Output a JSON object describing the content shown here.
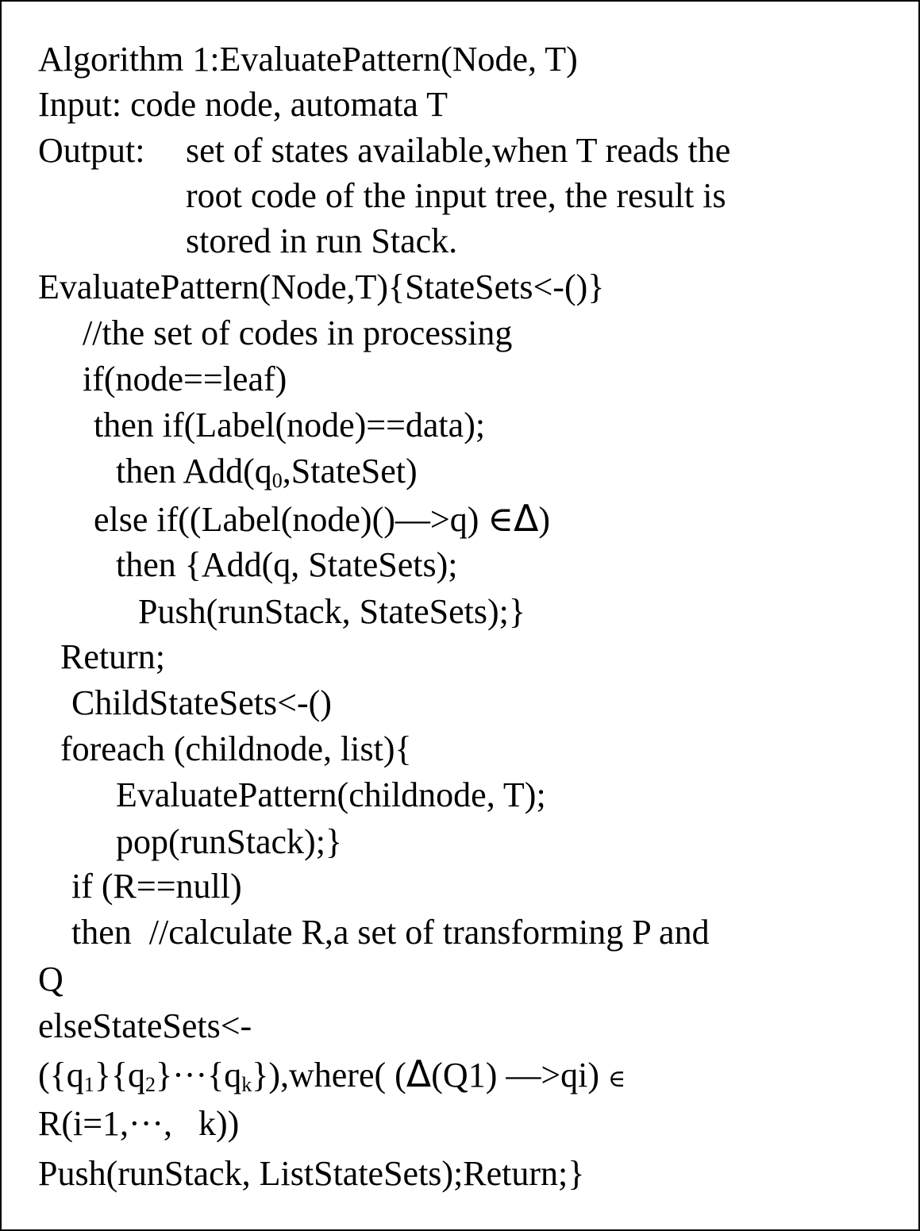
{
  "algorithm": {
    "title": "Algorithm 1:EvaluatePattern(Node, T)",
    "input_line": "Input: code node, automata T",
    "output_label": "Output: ",
    "output_lines": [
      "set of states available,when T reads the",
      "root code of the input tree, the result is",
      "stored in run Stack."
    ],
    "body": {
      "func_def": "EvaluatePattern(Node,T){StateSets<-()}",
      "comment_codes": "//the set of codes in processing",
      "if_leaf": "if(node==leaf)",
      "then_if_label": "then if(Label(node)==data);",
      "then_add_prefix": "then Add(q",
      "then_add_sub": "0",
      "then_add_suffix": ",StateSet)",
      "else_if_prefix": "else if((Label(node)()",
      "else_if_arrow": "—>q) ",
      "element_of": "∈",
      "delta": "Δ",
      "else_if_close": ")",
      "then_add_q": "then {Add(q, StateSets);",
      "push_statesets": "Push(runStack, StateSets);}",
      "return_line": "Return;",
      "child_statesets": "ChildStateSets<-()",
      "foreach_line": "foreach (childnode, list){",
      "evaluate_child": "EvaluatePattern(childnode, T);",
      "pop_line": "pop(runStack);}",
      "if_r_null": "if (R==null)",
      "then_comment": "then  //calculate R,a set of transforming P and",
      "q_line": "Q",
      "else_statesets": "elseStateSets<-",
      "set_q1_open": "({q",
      "set_q1_sub": "1",
      "set_q2_open": "}{q",
      "set_q2_sub": "2",
      "set_dots": "}···{q",
      "set_qk_sub": "k",
      "set_where": "}),where( (",
      "set_delta": "Δ",
      "set_q1_arg": "(Q1) —>qi) ",
      "set_elem": "∈",
      "r_range": "R(i=1,···,   k))",
      "push_list": "Push(runStack, ListStateSets);Return;}"
    }
  }
}
